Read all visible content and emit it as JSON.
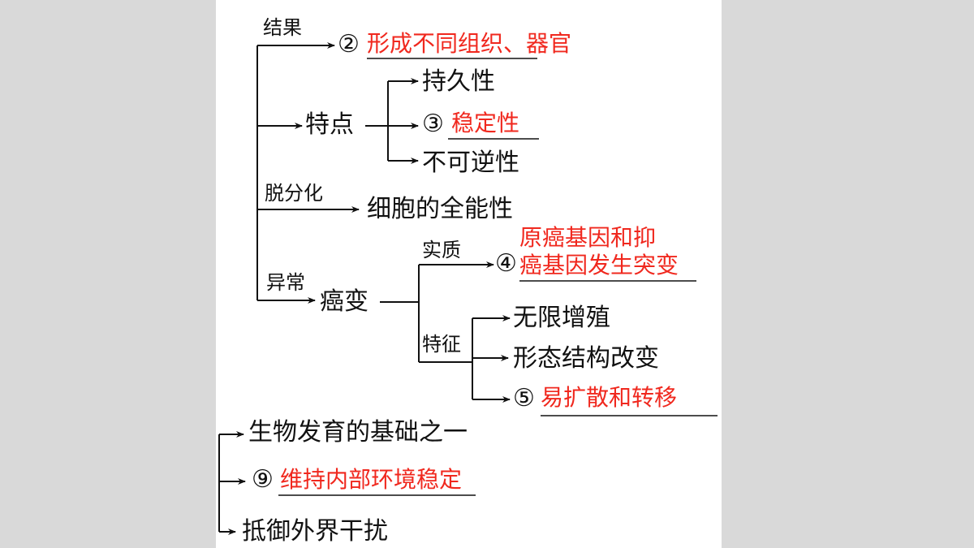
{
  "diagram": {
    "labels": {
      "result": "结果",
      "feature": "特点",
      "persistent": "持久性",
      "irreversible": "不可逆性",
      "dediff": "脱分化",
      "totipotency": "细胞的全能性",
      "abnormal": "异常",
      "canceration": "癌变",
      "essence": "实质",
      "characteristics": "特征",
      "unlimited": "无限增殖",
      "morph": "形态结构改变",
      "dev_basis": "生物发育的基础之一",
      "defense": "抵御外界干扰"
    },
    "markers": {
      "m2": "②",
      "m3": "③",
      "m4": "④",
      "m5": "⑤",
      "m9": "⑨"
    },
    "answers": {
      "a2": "形成不同组织、器官",
      "a3": "稳定性",
      "a4_line1": "原癌基因和抑",
      "a4_line2": "癌基因发生突变",
      "a5": "易扩散和转移",
      "a9": "维持内部环境稳定"
    }
  }
}
